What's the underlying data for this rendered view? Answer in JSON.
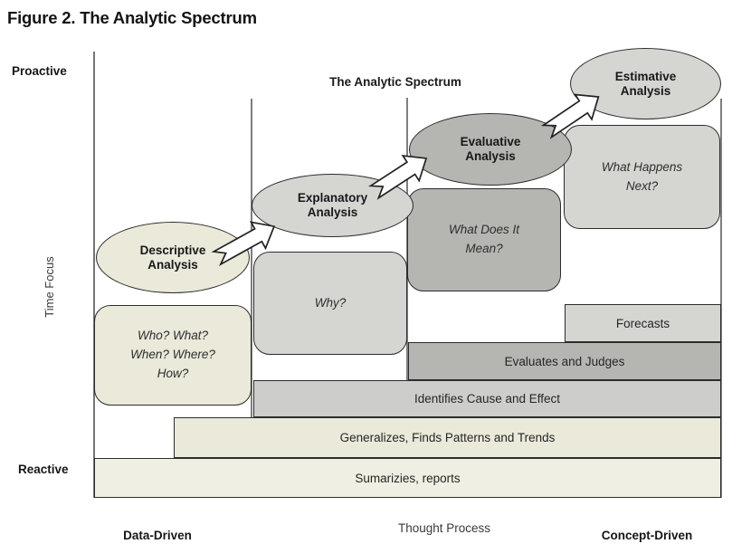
{
  "figure_title": "Figure 2. The Analytic Spectrum",
  "diagram": {
    "inner_title": "The Analytic Spectrum",
    "axes": {
      "y_label": "Time Focus",
      "y_top": "Proactive",
      "y_bottom": "Reactive",
      "x_left": "Data-Driven",
      "x_center": "Thought Process",
      "x_right": "Concept-Driven"
    },
    "ellipses": [
      {
        "label": "Descriptive Analysis",
        "tone": "cream"
      },
      {
        "label": "Explanatory Analysis",
        "tone": "light"
      },
      {
        "label": "Evaluative Analysis",
        "tone": "mid"
      },
      {
        "label": "Estimative Analysis",
        "tone": "light"
      }
    ],
    "question_boxes": [
      {
        "label": "Who? What? When? Where? How?",
        "tone": "cream"
      },
      {
        "label": "Why?",
        "tone": "light"
      },
      {
        "label": "What Does It Mean?",
        "tone": "mid"
      },
      {
        "label": "What Happens Next?",
        "tone": "light"
      }
    ],
    "bars": [
      {
        "label": "Forecasts",
        "tone": "light"
      },
      {
        "label": "Evaluates and Judges",
        "tone": "mid"
      },
      {
        "label": "Identifies Cause and Effect",
        "tone": "light2"
      },
      {
        "label": "Generalizes, Finds Patterns and Trends",
        "tone": "cream"
      },
      {
        "label": "Sumarizies, reports",
        "tone": "cream-light"
      }
    ],
    "colors": {
      "cream": "#eae9da",
      "cream_light": "#f0efe3",
      "light_gray": "#d5d5d2",
      "light_gray2": "#cdcdcb",
      "mid_gray": "#b5b5b2",
      "outline": "#2c2c2c"
    }
  }
}
